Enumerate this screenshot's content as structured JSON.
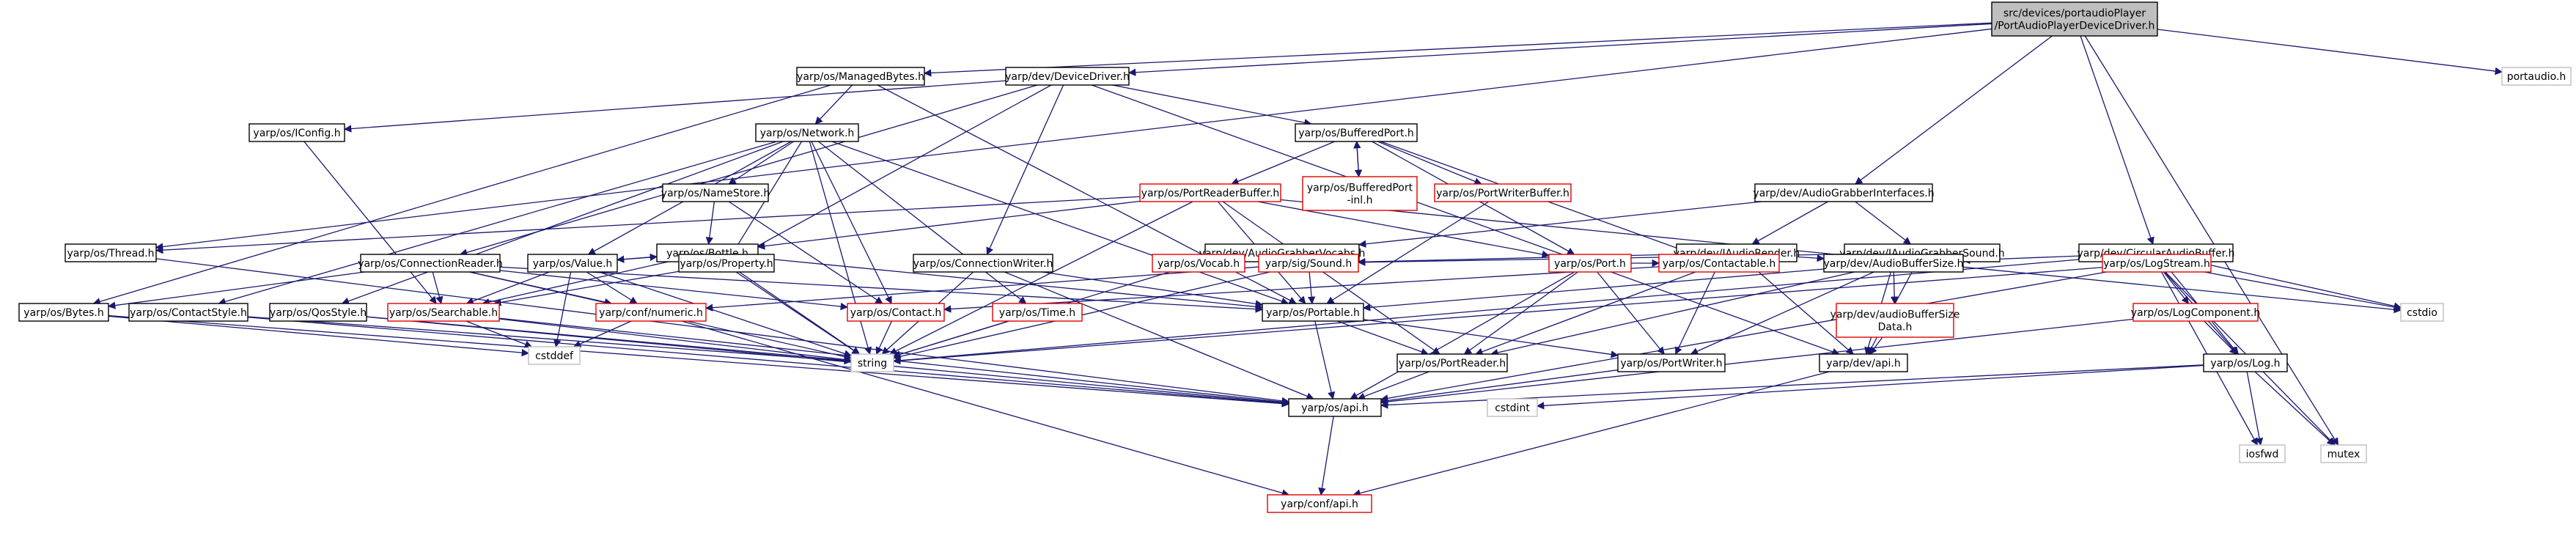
{
  "diagram": {
    "type": "include-dependency-graph",
    "colors": {
      "edge": "#191970",
      "normal_border": "#000000",
      "truncated_border": "#e00000",
      "external_border": "#bfbfbf",
      "root_fill": "#bfbfbf"
    },
    "nodes": [
      {
        "id": "root",
        "lines": [
          "src/devices/portaudioPlayer",
          "/PortAudioPlayerDeviceDriver.h"
        ],
        "style": "root"
      },
      {
        "id": "managedbytes",
        "lines": [
          "yarp/os/ManagedBytes.h"
        ],
        "style": "black"
      },
      {
        "id": "devicedriver",
        "lines": [
          "yarp/dev/DeviceDriver.h"
        ],
        "style": "black"
      },
      {
        "id": "portaudio",
        "lines": [
          "portaudio.h"
        ],
        "style": "gray"
      },
      {
        "id": "iconfig",
        "lines": [
          "yarp/os/IConfig.h"
        ],
        "style": "black"
      },
      {
        "id": "network",
        "lines": [
          "yarp/os/Network.h"
        ],
        "style": "black"
      },
      {
        "id": "bufferedport",
        "lines": [
          "yarp/os/BufferedPort.h"
        ],
        "style": "black"
      },
      {
        "id": "bufferedportinl",
        "lines": [
          "yarp/os/BufferedPort",
          "-inl.h"
        ],
        "style": "red"
      },
      {
        "id": "portreaderbuffer",
        "lines": [
          "yarp/os/PortReaderBuffer.h"
        ],
        "style": "red"
      },
      {
        "id": "portwriterbuffer",
        "lines": [
          "yarp/os/PortWriterBuffer.h"
        ],
        "style": "red"
      },
      {
        "id": "namestore",
        "lines": [
          "yarp/os/NameStore.h"
        ],
        "style": "black"
      },
      {
        "id": "thread",
        "lines": [
          "yarp/os/Thread.h"
        ],
        "style": "black"
      },
      {
        "id": "bottle",
        "lines": [
          "yarp/os/Bottle.h"
        ],
        "style": "black"
      },
      {
        "id": "audiograbberinterfaces",
        "lines": [
          "yarp/dev/AudioGrabberInterfaces.h"
        ],
        "style": "black"
      },
      {
        "id": "audiograbbervocabs",
        "lines": [
          "yarp/dev/AudioGrabberVocabs.h"
        ],
        "style": "black"
      },
      {
        "id": "iaudiorender",
        "lines": [
          "yarp/dev/IAudioRender.h"
        ],
        "style": "black"
      },
      {
        "id": "iaudiograbbersound",
        "lines": [
          "yarp/dev/IAudioGrabberSound.h"
        ],
        "style": "black"
      },
      {
        "id": "circularaudiobuffer",
        "lines": [
          "yarp/dev/CircularAudioBuffer.h"
        ],
        "style": "black"
      },
      {
        "id": "connectionreader",
        "lines": [
          "yarp/os/ConnectionReader.h"
        ],
        "style": "black"
      },
      {
        "id": "value",
        "lines": [
          "yarp/os/Value.h"
        ],
        "style": "black"
      },
      {
        "id": "property",
        "lines": [
          "yarp/os/Property.h"
        ],
        "style": "black"
      },
      {
        "id": "connectionwriter",
        "lines": [
          "yarp/os/ConnectionWriter.h"
        ],
        "style": "black"
      },
      {
        "id": "vocab",
        "lines": [
          "yarp/os/Vocab.h"
        ],
        "style": "red"
      },
      {
        "id": "sound",
        "lines": [
          "yarp/sig/Sound.h"
        ],
        "style": "red"
      },
      {
        "id": "port",
        "lines": [
          "yarp/os/Port.h"
        ],
        "style": "red"
      },
      {
        "id": "contactable",
        "lines": [
          "yarp/os/Contactable.h"
        ],
        "style": "red"
      },
      {
        "id": "audiobuffersize",
        "lines": [
          "yarp/dev/AudioBufferSize.h"
        ],
        "style": "black"
      },
      {
        "id": "logstream",
        "lines": [
          "yarp/os/LogStream.h"
        ],
        "style": "red"
      },
      {
        "id": "cstdio",
        "lines": [
          "cstdio"
        ],
        "style": "gray"
      },
      {
        "id": "bytes",
        "lines": [
          "yarp/os/Bytes.h"
        ],
        "style": "black"
      },
      {
        "id": "contactstyle",
        "lines": [
          "yarp/os/ContactStyle.h"
        ],
        "style": "black"
      },
      {
        "id": "qosstyle",
        "lines": [
          "yarp/os/QosStyle.h"
        ],
        "style": "black"
      },
      {
        "id": "searchable",
        "lines": [
          "yarp/os/Searchable.h"
        ],
        "style": "red"
      },
      {
        "id": "confnumeric",
        "lines": [
          "yarp/conf/numeric.h"
        ],
        "style": "red"
      },
      {
        "id": "contact",
        "lines": [
          "yarp/os/Contact.h"
        ],
        "style": "red"
      },
      {
        "id": "time",
        "lines": [
          "yarp/os/Time.h"
        ],
        "style": "red"
      },
      {
        "id": "portable",
        "lines": [
          "yarp/os/Portable.h"
        ],
        "style": "black"
      },
      {
        "id": "audiobuffersizedata",
        "lines": [
          "yarp/dev/audioBufferSize",
          "Data.h"
        ],
        "style": "red"
      },
      {
        "id": "logcomponent",
        "lines": [
          "yarp/os/LogComponent.h"
        ],
        "style": "red"
      },
      {
        "id": "cstddef",
        "lines": [
          "cstddef"
        ],
        "style": "gray"
      },
      {
        "id": "string",
        "lines": [
          "string"
        ],
        "style": "gray"
      },
      {
        "id": "portreader",
        "lines": [
          "yarp/os/PortReader.h"
        ],
        "style": "black"
      },
      {
        "id": "portwriter",
        "lines": [
          "yarp/os/PortWriter.h"
        ],
        "style": "black"
      },
      {
        "id": "devapi",
        "lines": [
          "yarp/dev/api.h"
        ],
        "style": "black"
      },
      {
        "id": "log",
        "lines": [
          "yarp/os/Log.h"
        ],
        "style": "black"
      },
      {
        "id": "cstdint",
        "lines": [
          "cstdint"
        ],
        "style": "gray"
      },
      {
        "id": "osapi",
        "lines": [
          "yarp/os/api.h"
        ],
        "style": "black"
      },
      {
        "id": "iosfwd",
        "lines": [
          "iosfwd"
        ],
        "style": "gray"
      },
      {
        "id": "mutex",
        "lines": [
          "mutex"
        ],
        "style": "gray"
      },
      {
        "id": "confapi",
        "lines": [
          "yarp/conf/api.h"
        ],
        "style": "red"
      }
    ],
    "edges": [
      [
        "root",
        "managedbytes"
      ],
      [
        "root",
        "devicedriver"
      ],
      [
        "root",
        "portaudio"
      ],
      [
        "root",
        "thread"
      ],
      [
        "root",
        "audiograbberinterfaces"
      ],
      [
        "root",
        "circularaudiobuffer"
      ],
      [
        "root",
        "mutex"
      ],
      [
        "managedbytes",
        "network"
      ],
      [
        "managedbytes",
        "bytes"
      ],
      [
        "managedbytes",
        "portable"
      ],
      [
        "devicedriver",
        "iconfig"
      ],
      [
        "devicedriver",
        "bufferedport"
      ],
      [
        "devicedriver",
        "property"
      ],
      [
        "devicedriver",
        "connectionreader"
      ],
      [
        "devicedriver",
        "connectionwriter"
      ],
      [
        "devicedriver",
        "devapi"
      ],
      [
        "iconfig",
        "searchable"
      ],
      [
        "network",
        "namestore"
      ],
      [
        "network",
        "contactstyle"
      ],
      [
        "network",
        "qosstyle"
      ],
      [
        "network",
        "value"
      ],
      [
        "network",
        "property"
      ],
      [
        "network",
        "contact"
      ],
      [
        "network",
        "time"
      ],
      [
        "network",
        "portable"
      ],
      [
        "network",
        "string"
      ],
      [
        "bufferedport",
        "bufferedportinl"
      ],
      [
        "bufferedport",
        "portreaderbuffer"
      ],
      [
        "bufferedport",
        "portwriterbuffer"
      ],
      [
        "bufferedport",
        "port"
      ],
      [
        "bufferedport",
        "contactable"
      ],
      [
        "bufferedportinl",
        "bufferedport"
      ],
      [
        "portreaderbuffer",
        "thread"
      ],
      [
        "portreaderbuffer",
        "bottle"
      ],
      [
        "portreaderbuffer",
        "portreader"
      ],
      [
        "portreaderbuffer",
        "port"
      ],
      [
        "portreaderbuffer",
        "string"
      ],
      [
        "portreaderbuffer",
        "cstdio"
      ],
      [
        "portreaderbuffer",
        "portable"
      ],
      [
        "portwriterbuffer",
        "portable"
      ],
      [
        "namestore",
        "bottle"
      ],
      [
        "namestore",
        "contact"
      ],
      [
        "thread",
        "osapi"
      ],
      [
        "bottle",
        "value"
      ],
      [
        "bottle",
        "property"
      ],
      [
        "bottle",
        "searchable"
      ],
      [
        "bottle",
        "portable"
      ],
      [
        "bottle",
        "string"
      ],
      [
        "audiograbberinterfaces",
        "audiograbbervocabs"
      ],
      [
        "audiograbberinterfaces",
        "iaudiorender"
      ],
      [
        "audiograbberinterfaces",
        "iaudiograbbersound"
      ],
      [
        "audiograbbervocabs",
        "vocab"
      ],
      [
        "iaudiorender",
        "sound"
      ],
      [
        "iaudiorender",
        "audiobuffersize"
      ],
      [
        "iaudiorender",
        "devapi"
      ],
      [
        "iaudiograbbersound",
        "sound"
      ],
      [
        "iaudiograbbersound",
        "audiobuffersize"
      ],
      [
        "iaudiograbbersound",
        "devapi"
      ],
      [
        "circularaudiobuffer",
        "audiobuffersize"
      ],
      [
        "circularaudiobuffer",
        "logstream"
      ],
      [
        "circularaudiobuffer",
        "log"
      ],
      [
        "circularaudiobuffer",
        "cstdio"
      ],
      [
        "circularaudiobuffer",
        "string"
      ],
      [
        "connectionreader",
        "contact"
      ],
      [
        "connectionreader",
        "searchable"
      ],
      [
        "connectionreader",
        "confnumeric"
      ],
      [
        "connectionreader",
        "portable"
      ],
      [
        "connectionreader",
        "string"
      ],
      [
        "connectionreader",
        "bytes"
      ],
      [
        "value",
        "bottle"
      ],
      [
        "value",
        "searchable"
      ],
      [
        "value",
        "confnumeric"
      ],
      [
        "value",
        "cstddef"
      ],
      [
        "value",
        "string"
      ],
      [
        "property",
        "bottle"
      ],
      [
        "property",
        "searchable"
      ],
      [
        "property",
        "string"
      ],
      [
        "connectionwriter",
        "portable"
      ],
      [
        "connectionwriter",
        "string"
      ],
      [
        "connectionwriter",
        "osapi"
      ],
      [
        "vocab",
        "string"
      ],
      [
        "sound",
        "portable"
      ],
      [
        "sound",
        "string"
      ],
      [
        "sound",
        "confnumeric"
      ],
      [
        "port",
        "contactable"
      ],
      [
        "port",
        "portreader"
      ],
      [
        "port",
        "portwriter"
      ],
      [
        "port",
        "osapi"
      ],
      [
        "contactable",
        "contact"
      ],
      [
        "contactable",
        "portreader"
      ],
      [
        "contactable",
        "portwriter"
      ],
      [
        "audiobuffersize",
        "audiobuffersizedata"
      ],
      [
        "audiobuffersize",
        "portable"
      ],
      [
        "audiobuffersize",
        "portreader"
      ],
      [
        "audiobuffersize",
        "portwriter"
      ],
      [
        "audiobuffersize",
        "devapi"
      ],
      [
        "logstream",
        "logcomponent"
      ],
      [
        "logstream",
        "log"
      ],
      [
        "logstream",
        "cstdio"
      ],
      [
        "logstream",
        "string"
      ],
      [
        "logstream",
        "iosfwd"
      ],
      [
        "logstream",
        "mutex"
      ],
      [
        "logstream",
        "osapi"
      ],
      [
        "bytes",
        "osapi"
      ],
      [
        "bytes",
        "cstddef"
      ],
      [
        "contactstyle",
        "osapi"
      ],
      [
        "contactstyle",
        "string"
      ],
      [
        "qosstyle",
        "osapi"
      ],
      [
        "qosstyle",
        "string"
      ],
      [
        "searchable",
        "osapi"
      ],
      [
        "searchable",
        "string"
      ],
      [
        "searchable",
        "cstddef"
      ],
      [
        "confnumeric",
        "confapi"
      ],
      [
        "confnumeric",
        "cstddef"
      ],
      [
        "contact",
        "string"
      ],
      [
        "time",
        "string"
      ],
      [
        "portable",
        "portreader"
      ],
      [
        "portable",
        "portwriter"
      ],
      [
        "portable",
        "osapi"
      ],
      [
        "audiobuffersizedata",
        "devapi"
      ],
      [
        "logcomponent",
        "log"
      ],
      [
        "logcomponent",
        "osapi"
      ],
      [
        "portreader",
        "osapi"
      ],
      [
        "portwriter",
        "osapi"
      ],
      [
        "devapi",
        "confapi"
      ],
      [
        "log",
        "osapi"
      ],
      [
        "log",
        "iosfwd"
      ],
      [
        "log",
        "mutex"
      ],
      [
        "log",
        "cstdint"
      ],
      [
        "osapi",
        "confapi"
      ]
    ]
  }
}
